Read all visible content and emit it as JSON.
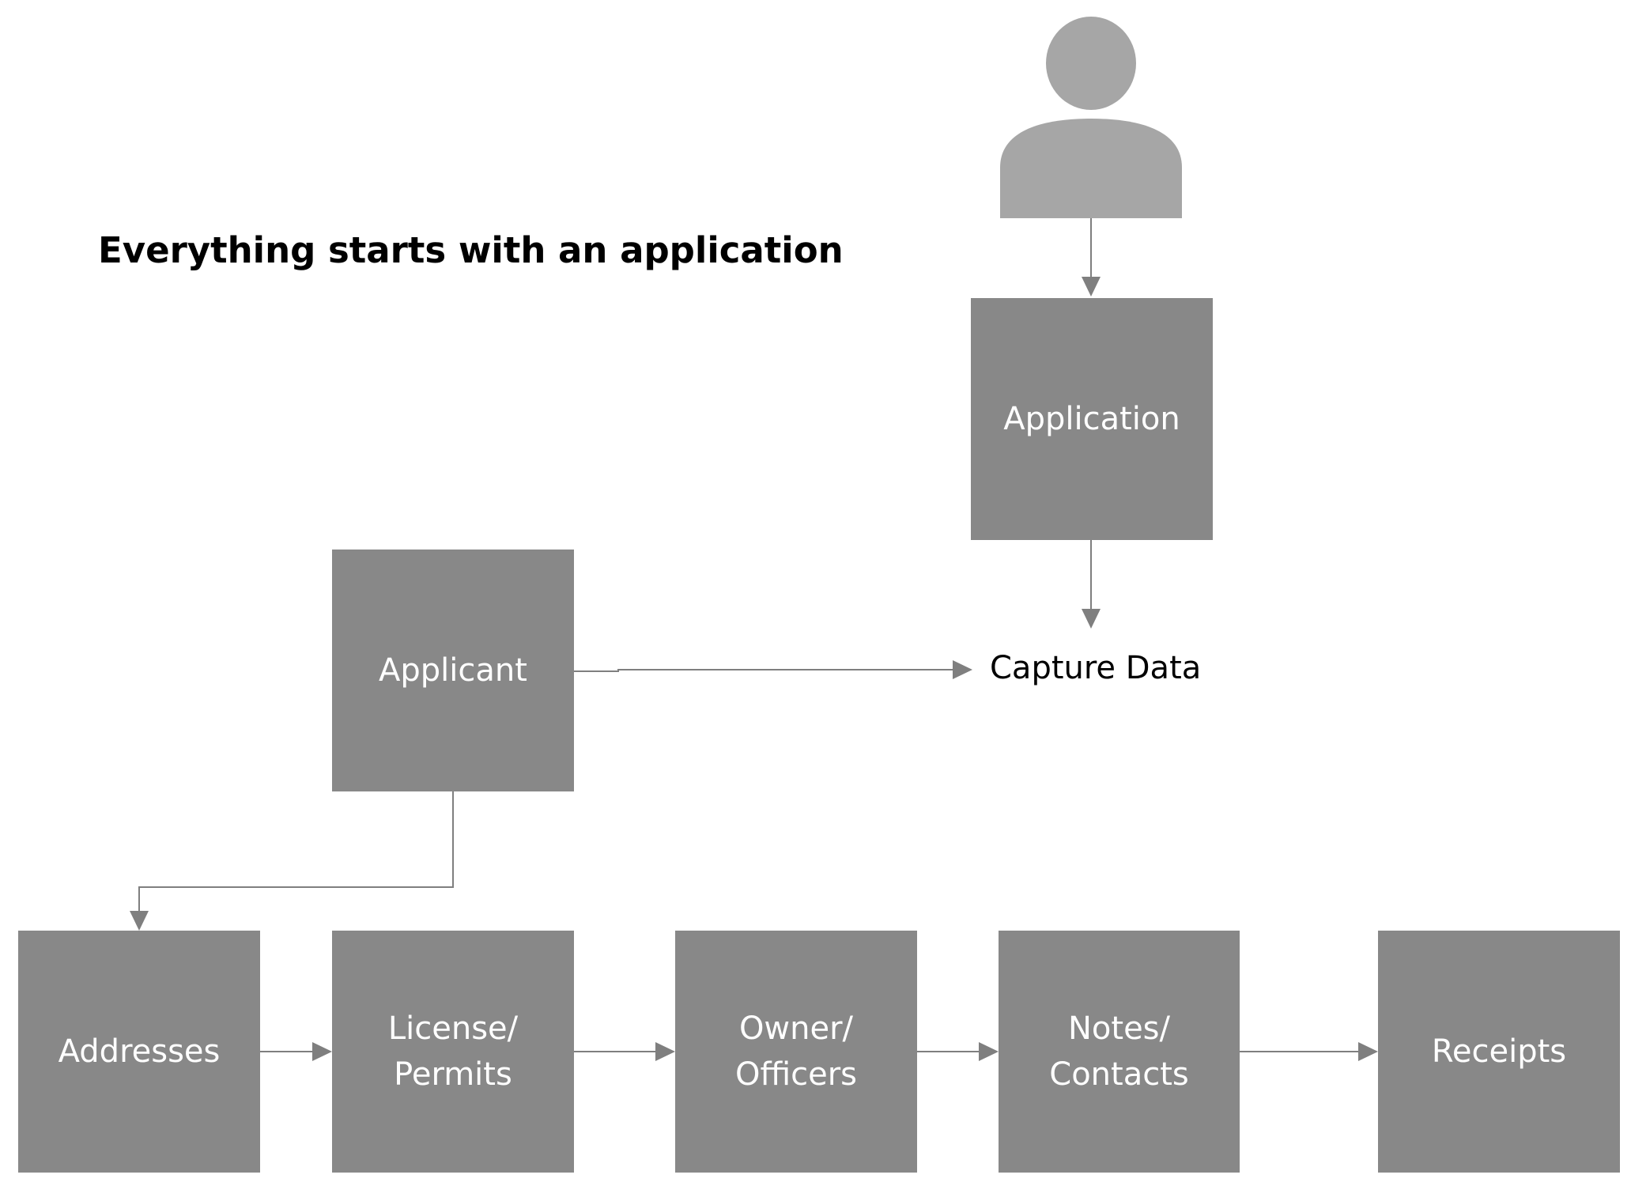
{
  "diagram": {
    "title": "Everything starts with an application",
    "nodes": {
      "application": "Application",
      "applicant": "Applicant",
      "capture_data": "Capture Data",
      "addresses": "Addresses",
      "license_permits": "License/\nPermits",
      "owner_officers": "Owner/\nOfficers",
      "notes_contacts": "Notes/\nContacts",
      "receipts": "Receipts"
    },
    "colors": {
      "box_fill": "#888888",
      "box_text": "#ffffff",
      "connector": "#7f7f7f",
      "person_icon": "#a6a6a6"
    },
    "icons": {
      "person": "person-icon"
    }
  }
}
